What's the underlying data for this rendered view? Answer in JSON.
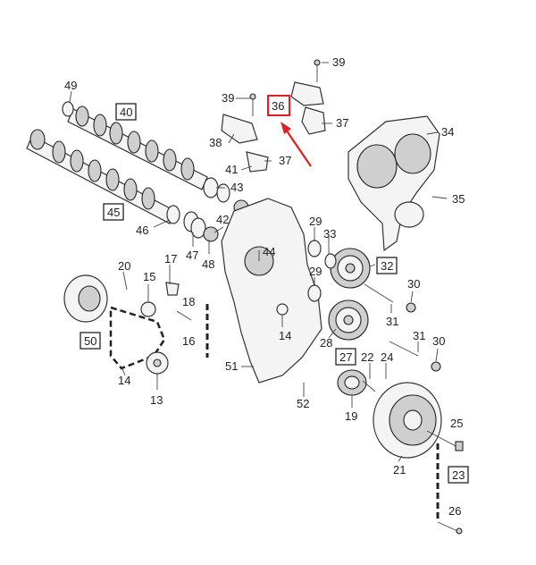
{
  "colors": {
    "highlight": "#e02020",
    "line": "#333333"
  },
  "labels": {
    "l49": "49",
    "l40": "40",
    "l39a": "39",
    "l36": "36",
    "l38": "38",
    "l41": "41",
    "l37a": "37",
    "l39b": "39",
    "l37b": "37",
    "l34": "34",
    "l35": "35",
    "l45": "45",
    "l43": "43",
    "l46": "46",
    "l42": "42",
    "l47": "47",
    "l48": "48",
    "l44": "44",
    "l29a": "29",
    "l33": "33",
    "l29b": "29",
    "l32": "32",
    "l30a": "30",
    "l31a": "31",
    "l20": "20",
    "l17": "17",
    "l15": "15",
    "l18": "18",
    "l16": "16",
    "l50": "50",
    "l14a": "14",
    "l14b": "14",
    "l28": "28",
    "l27": "27",
    "l31b": "31",
    "l30b": "30",
    "l22": "22",
    "l24": "24",
    "l51": "51",
    "l13": "13",
    "l52": "52",
    "l19": "19",
    "l25": "25",
    "l21": "21",
    "l23": "23",
    "l26": "26"
  }
}
